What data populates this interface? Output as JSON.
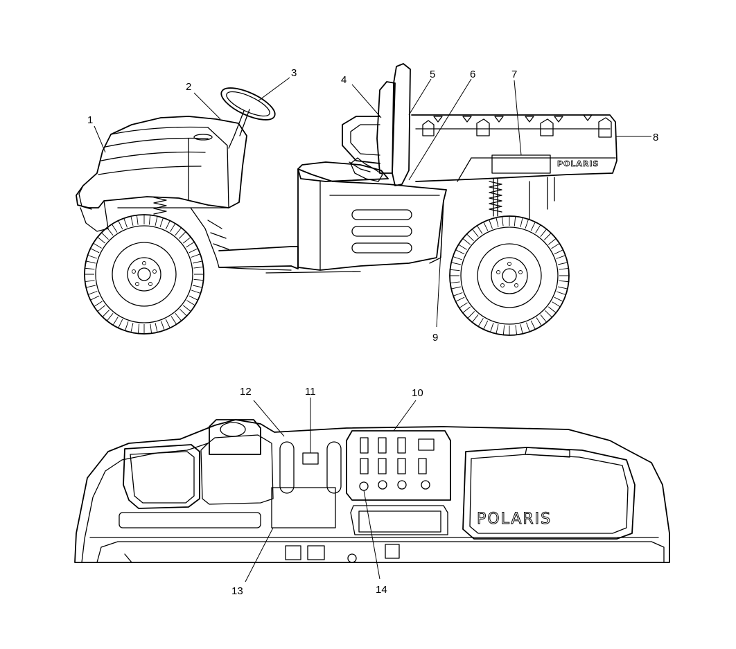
{
  "brand": {
    "bed_logo_text": "POLARIS",
    "dash_logo_text": "POLARIS"
  },
  "callouts": {
    "c1": "1",
    "c2": "2",
    "c3": "3",
    "c4": "4",
    "c5": "5",
    "c6": "6",
    "c7": "7",
    "c8": "8",
    "c9": "9",
    "c10": "10",
    "c11": "11",
    "c12": "12",
    "c13": "13",
    "c14": "14"
  },
  "icons": {
    "vehicle": "utility-vehicle-side-view",
    "dashboard": "dashboard-front-view"
  }
}
